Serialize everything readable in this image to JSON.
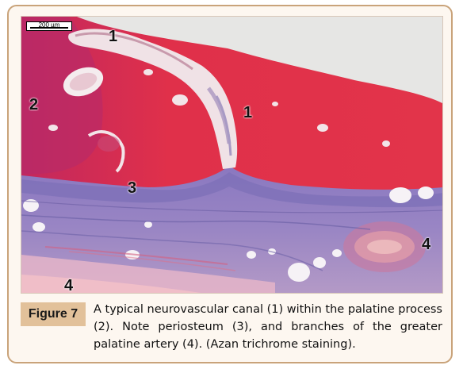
{
  "figure": {
    "label": "Figure 7",
    "caption": "A typical neurovascular canal (1) within the palatine process (2). Note periosteum (3), and branches of the greater palatine artery (4). (Azan trichrome staining).",
    "scale_bar": "200 µm",
    "annotations": {
      "canal_top": "1",
      "canal_mid": "1",
      "palatine_process": "2",
      "periosteum": "3",
      "artery_right": "4",
      "artery_left": "4"
    }
  },
  "colors": {
    "frame_border": "#c9a37a",
    "frame_background": "#fdf7f0",
    "figure_label_background": "#e2c19a",
    "bone_red": "#e0304a",
    "bone_magenta": "#c02a70",
    "connective_tissue": "#8a80c0",
    "background_grey": "#e6e6e4"
  }
}
